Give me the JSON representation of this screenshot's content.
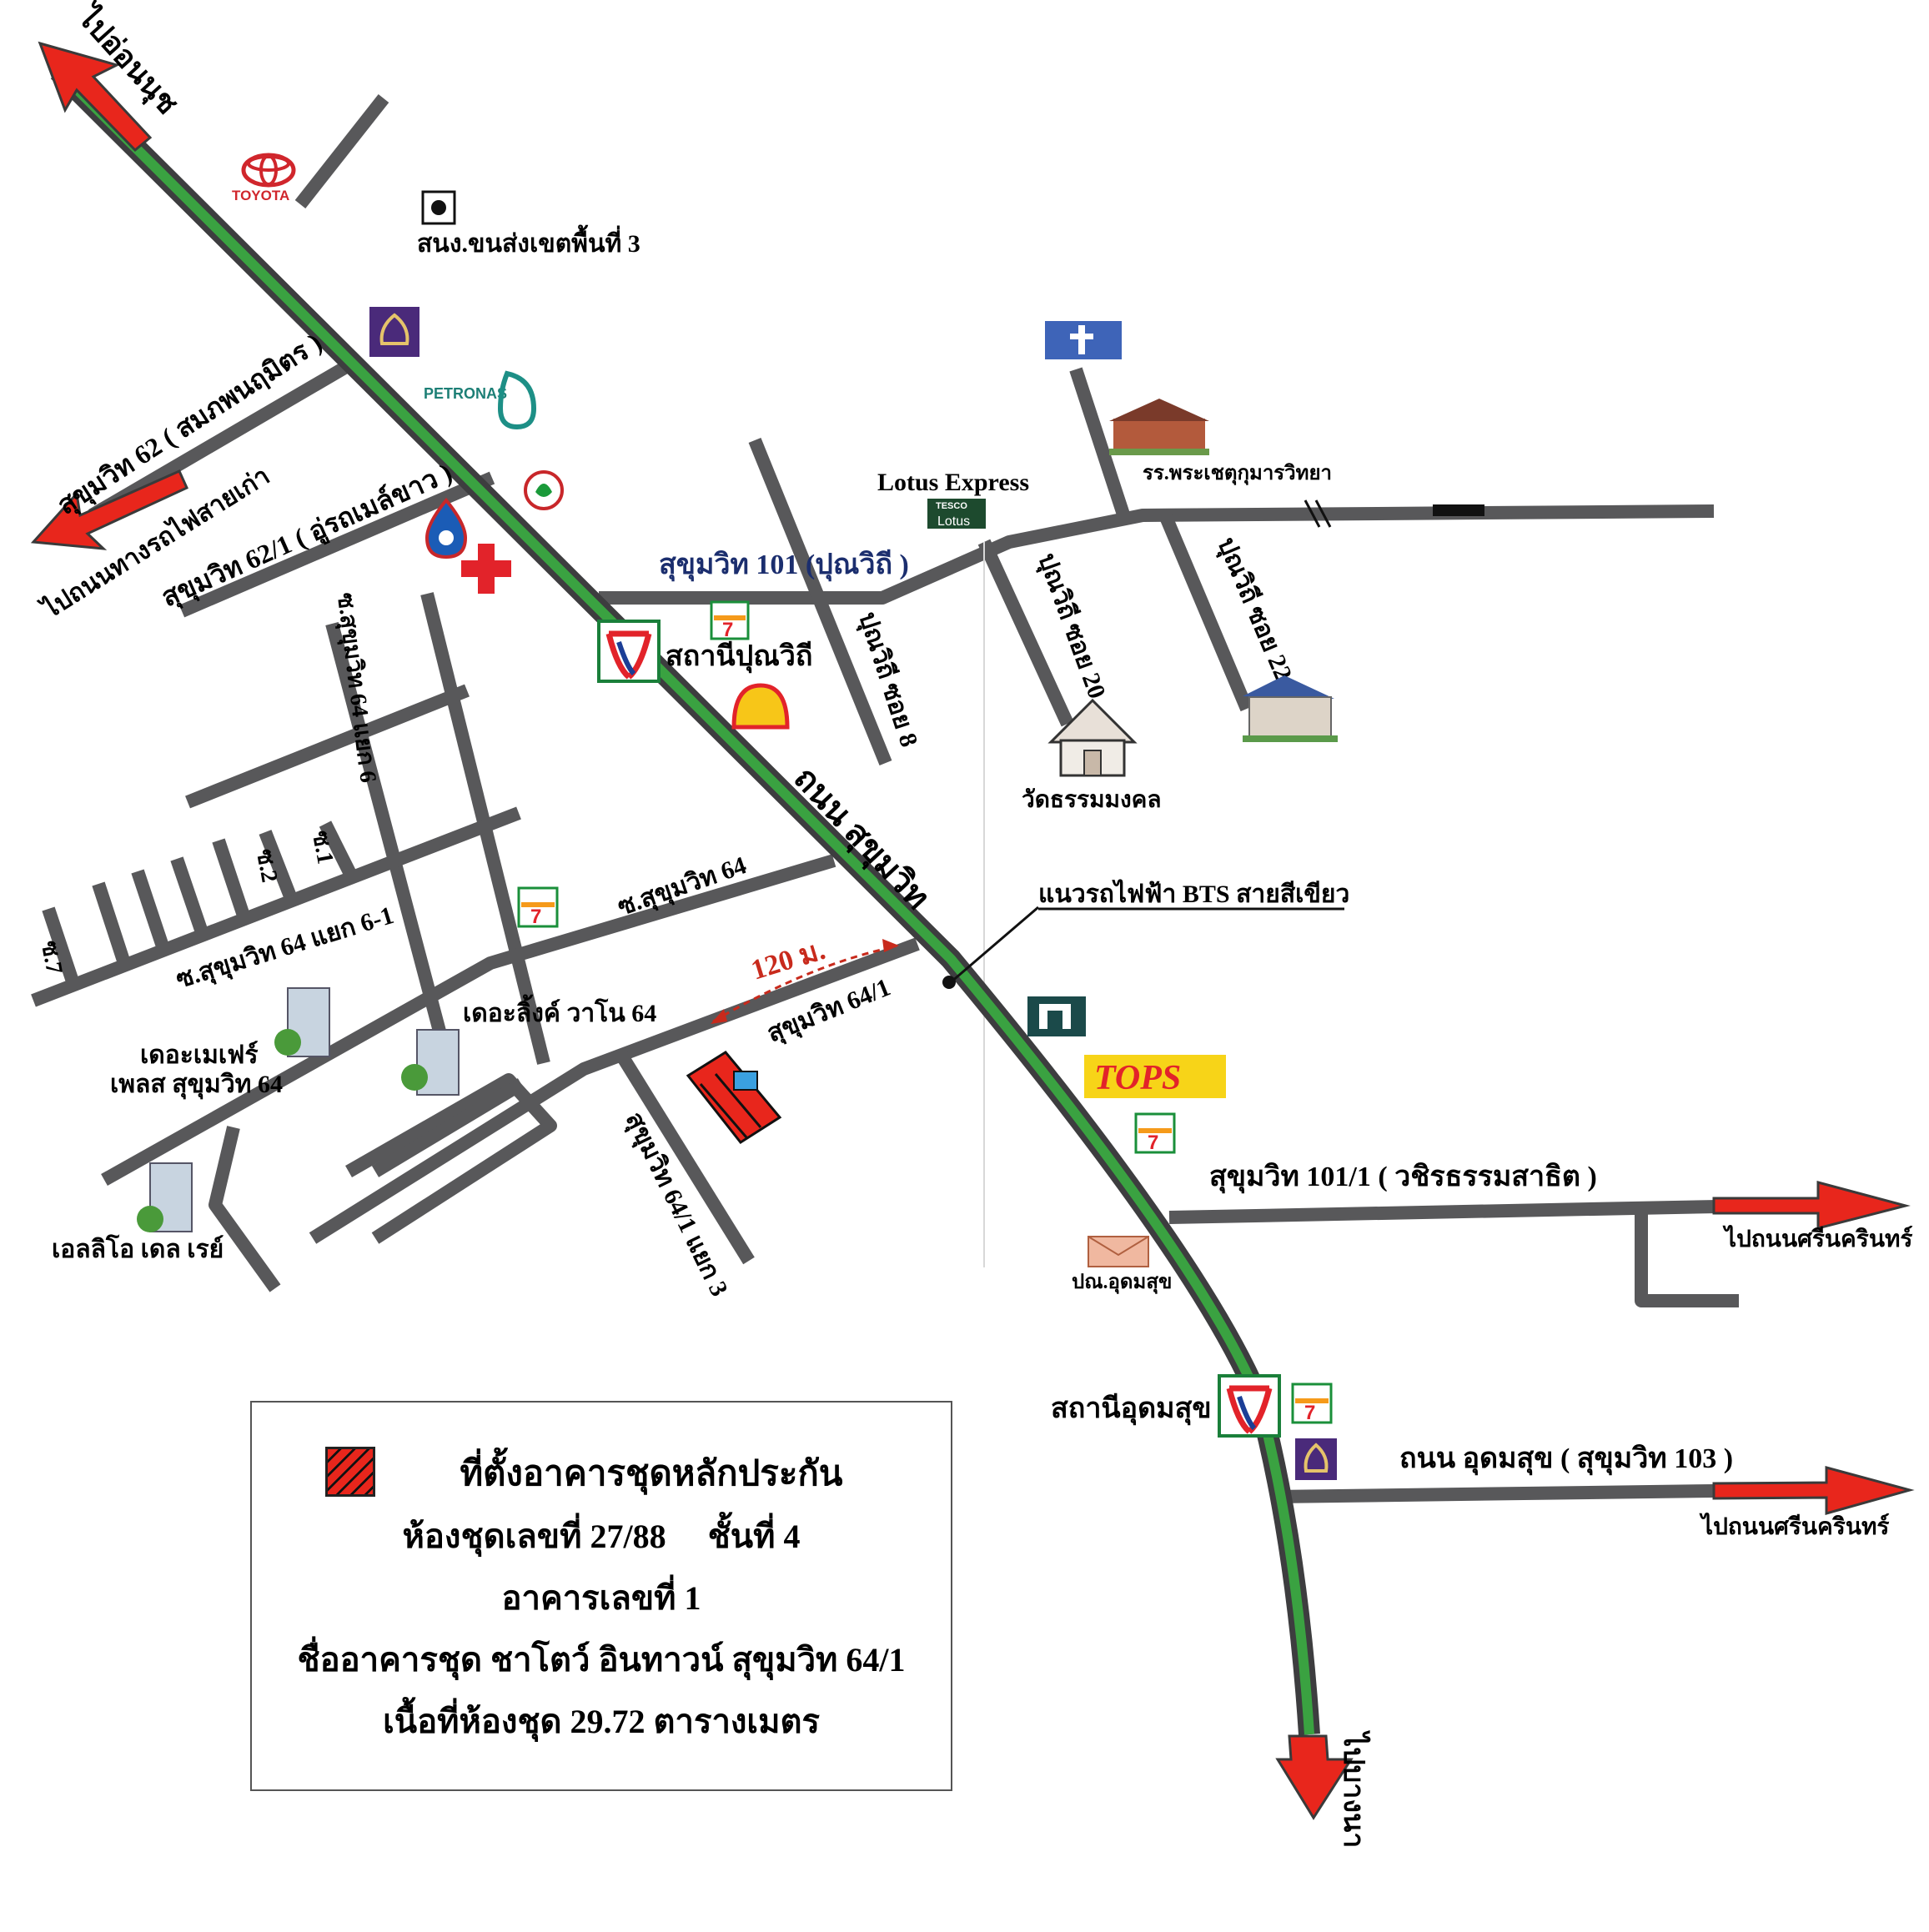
{
  "directions": {
    "to_on_nut": "ไปอ่อนนุช",
    "to_old_railway": "ไปถนนทางรถไฟสายเก่า",
    "to_bang_na": "ไปบางนา",
    "to_srinakarin_1": "ไปถนนศรีนครินทร์",
    "to_srinakarin_2": "ไปถนนศรีนครินทร์"
  },
  "roads": {
    "sukhumvit_main": "ถนน สุขุมวิท",
    "sukhumvit_62": "สุขุมวิท 62 ( สมภพนฤมิตร )",
    "sukhumvit_62_1": "สุขุมวิท 62/1 ( อู่รถเมล์ขาว )",
    "sukhumvit_101": "สุขุมวิท 101 (ปุณวิถี )",
    "punnawithi_8": "ปุณวิถี ซอย 8",
    "punnawithi_20": "ปุณวิถี ซอย 20",
    "punnawithi_22": "ปุณวิถี ซอย 22",
    "soi_64_yaek_6": "ซ.สุขุมวิท 64 แยก 6",
    "soi_64": "ซ.สุขุมวิท 64",
    "soi_64_yaek_6_1": "ซ.สุขุมวิท 64 แยก 6-1",
    "soi_1": "ซ.1",
    "soi_2": "ซ.2",
    "soi_7": "ซ.7",
    "sukhumvit_64_1": "สุขุมวิท 64/1",
    "sukhumvit_64_1_yaek_3": "สุขุมวิท 64/1 แยก 3",
    "sukhumvit_101_1": "สุขุมวิท 101/1 ( วชิรธรรมสาธิต )",
    "udomsuk": "ถนน อุดมสุข ( สุขุมวิท 103 )"
  },
  "landmarks": {
    "toyota": "TOYOTA",
    "transport_office": "สนง.ขนส่งเขตพื้นที่ 3",
    "petronas": "PETRONAS",
    "lotus_express": "Lotus Express",
    "tesco": "TESCO",
    "lotus": "Lotus",
    "school": "รร.พระเชตุกุมารวิทยา",
    "bts_punnawithi": "สถานีปุณวิถี",
    "wat": "วัดธรรมมงคล",
    "bts_line": "แนวรถไฟฟ้า BTS สายสีเขียว",
    "the_link": "เดอะลิ้งค์ วาโน 64",
    "mayfair": "เดอะเมเฟร์",
    "mayfair_2": "เพลส สุขุมวิท 64",
    "elio": "เอลลิโอ เดล เรย์",
    "tops": "TOPS",
    "post_office": "ปณ.อุดมสุข",
    "bts_udomsuk": "สถานีอุดมสุข",
    "seven_eleven": "7",
    "distance": "120 ม."
  },
  "legend": {
    "title": "ที่ตั้งอาคารชุดหลักประกัน",
    "line2": "ห้องชุดเลขที่ 27/88     ชั้นที่ 4",
    "line3": "อาคารเลขที่ 1",
    "line4": "ชื่ออาคารชุด ชาโตว์ อินทาวน์ สุขุมวิท 64/1",
    "line5": "เนื้อที่ห้องชุด 29.72 ตารางเมตร"
  },
  "colors": {
    "road": "#58585a",
    "bts_line": "#3aa241",
    "arrow": "#e8261c",
    "property": "#e8261c"
  }
}
